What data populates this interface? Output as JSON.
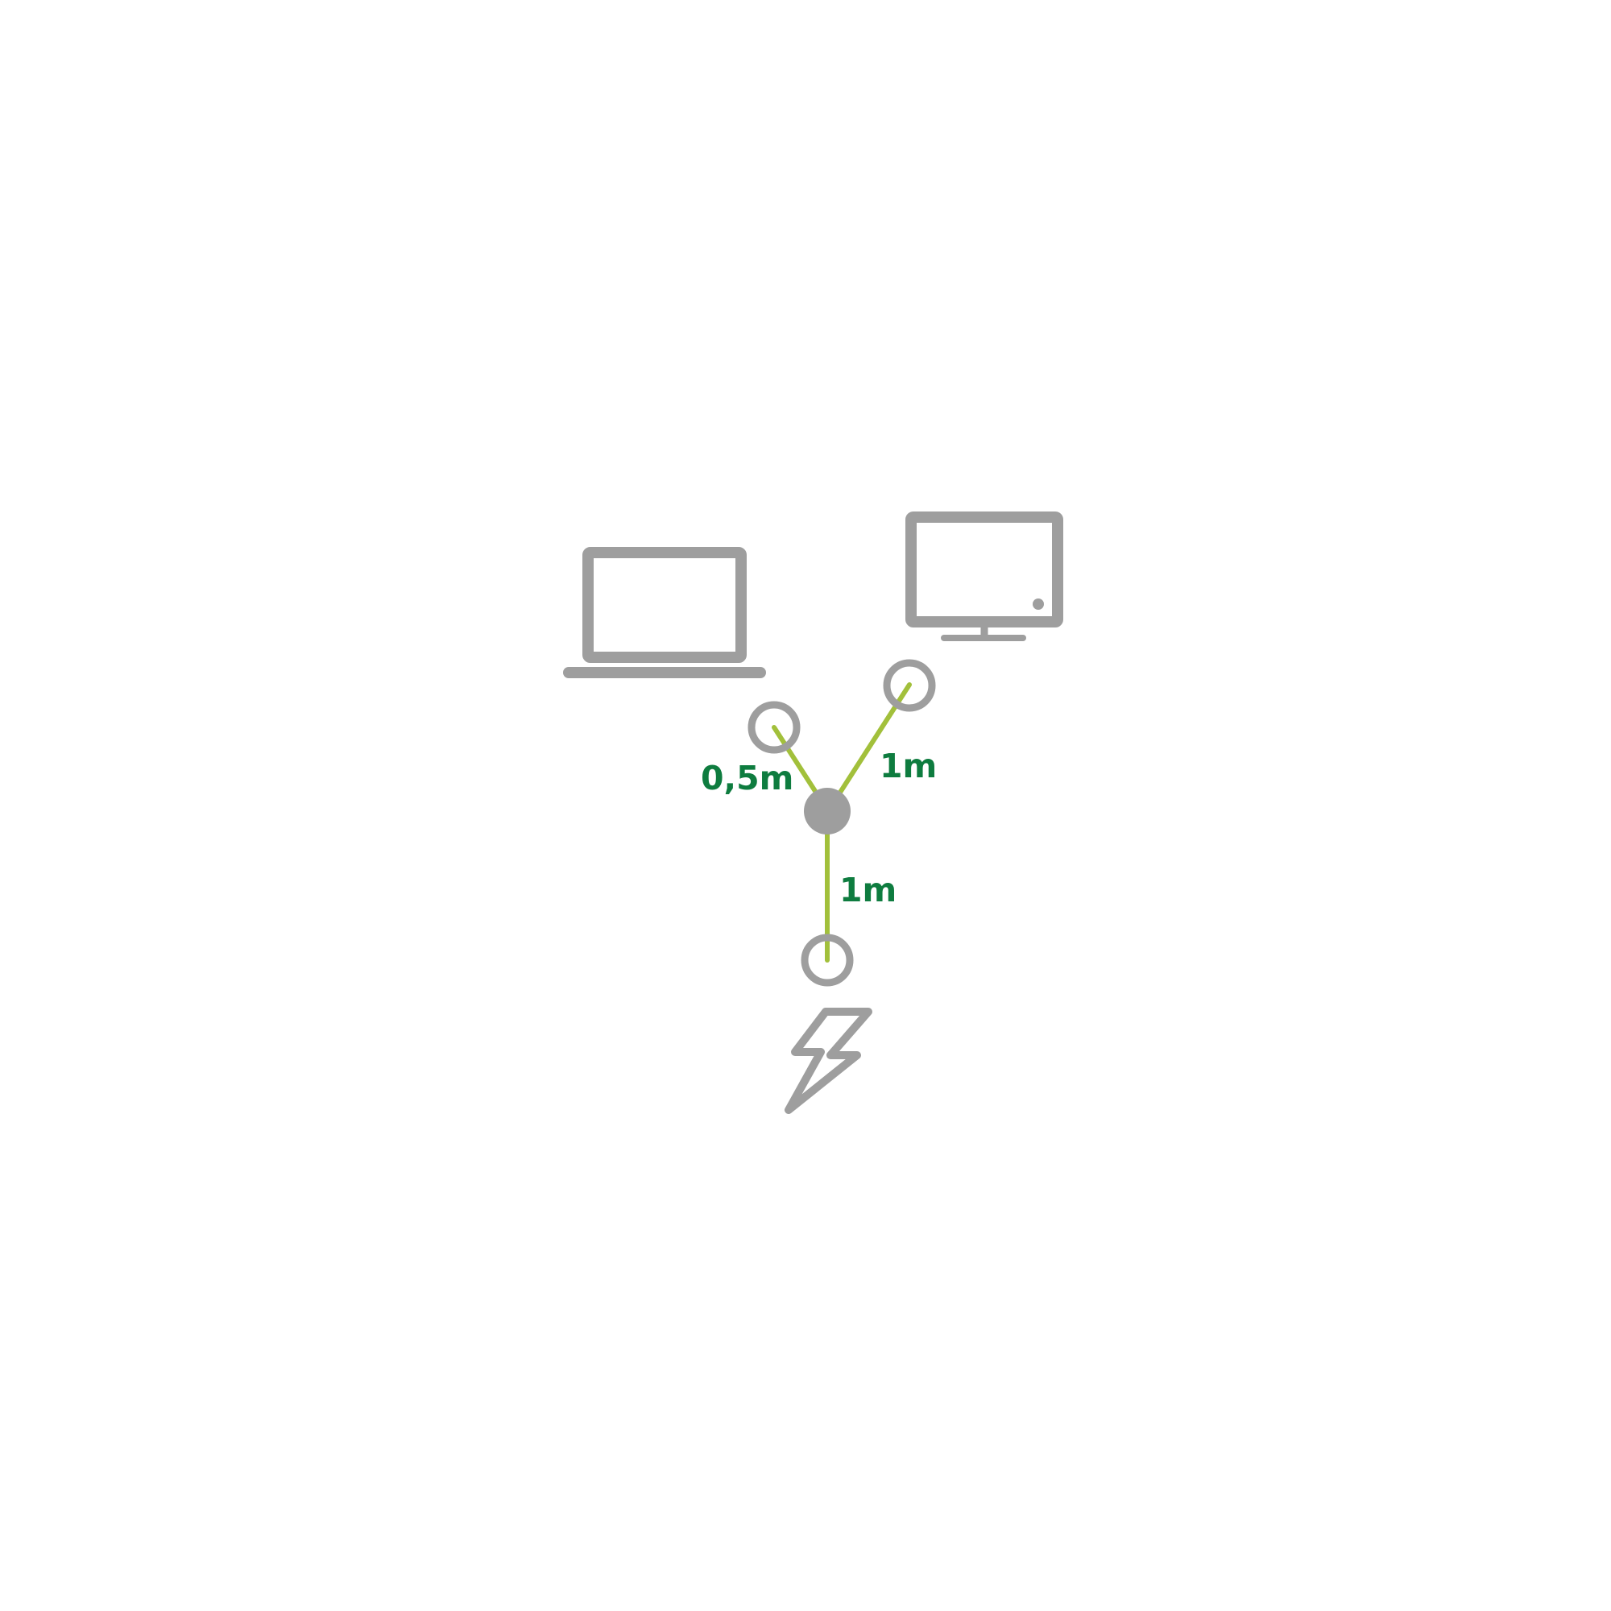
{
  "diagram": {
    "labels": {
      "laptop_cable": "0,5m",
      "monitor_cable": "1m",
      "power_cable": "1m"
    },
    "icons": {
      "device_left": "laptop-icon",
      "device_right": "monitor-icon",
      "hub": "hub-node",
      "power": "lightning-icon"
    },
    "colors": {
      "icon_gray": "#9e9e9e",
      "cable_green": "#a2c03b",
      "label_green": "#0e7c3f",
      "background": "#ffffff"
    }
  }
}
